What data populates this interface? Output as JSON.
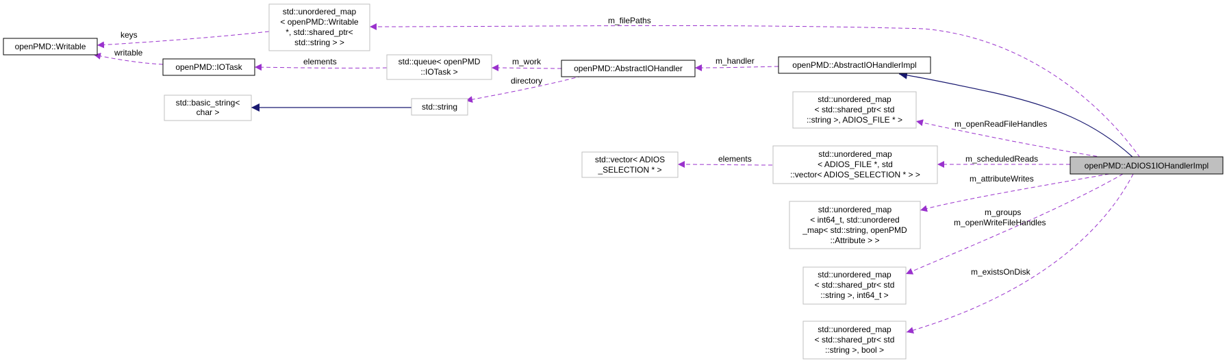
{
  "colors": {
    "dependency_edge": "#9a32cd",
    "inheritance_edge": "#191970",
    "node_border_solid": "#000000",
    "node_border_gray": "#bfbfbf",
    "highlight_fill": "#bfbfbf"
  },
  "nodes": {
    "writable": {
      "lines": [
        "openPMD::Writable"
      ]
    },
    "filepaths_map": {
      "lines": [
        "std::unordered_map",
        "< openPMD::Writable",
        "*, std::shared_ptr<",
        "std::string > >"
      ]
    },
    "iotask": {
      "lines": [
        "openPMD::IOTask"
      ]
    },
    "queue": {
      "lines": [
        "std::queue< openPMD",
        "::IOTask >"
      ]
    },
    "abstract_handler": {
      "lines": [
        "openPMD::AbstractIOHandler"
      ]
    },
    "abstract_impl": {
      "lines": [
        "openPMD::AbstractIOHandlerImpl"
      ]
    },
    "basic_string": {
      "lines": [
        "std::basic_string<",
        "char >"
      ]
    },
    "string": {
      "lines": [
        "std::string"
      ]
    },
    "read_handles_map": {
      "lines": [
        "std::unordered_map",
        "< std::shared_ptr< std",
        "::string >, ADIOS_FILE * >"
      ]
    },
    "selection_vector": {
      "lines": [
        "std::vector< ADIOS",
        "_SELECTION * >"
      ]
    },
    "scheduled_reads_map": {
      "lines": [
        "std::unordered_map",
        "< ADIOS_FILE *, std",
        "::vector< ADIOS_SELECTION * > >"
      ]
    },
    "attribute_writes_map": {
      "lines": [
        "std::unordered_map",
        "< int64_t, std::unordered",
        "_map< std::string, openPMD",
        "::Attribute > >"
      ]
    },
    "groups_map": {
      "lines": [
        "std::unordered_map",
        "< std::shared_ptr< std",
        "::string >, int64_t >"
      ]
    },
    "exists_map": {
      "lines": [
        "std::unordered_map",
        "< std::shared_ptr< std",
        "::string >, bool >"
      ]
    },
    "adios1_impl": {
      "lines": [
        "openPMD::ADIOS1IOHandlerImpl"
      ]
    }
  },
  "edge_labels": {
    "keys": "keys",
    "writable": "writable",
    "elements_iotask": "elements",
    "m_work": "m_work",
    "m_handler": "m_handler",
    "directory": "directory",
    "m_filePaths": "m_filePaths",
    "m_openReadFileHandles": "m_openReadFileHandles",
    "elements_selection": "elements",
    "m_scheduledReads": "m_scheduledReads",
    "m_attributeWrites": "m_attributeWrites",
    "m_groups": "m_groups",
    "m_openWriteFileHandles": "m_openWriteFileHandles",
    "m_existsOnDisk": "m_existsOnDisk"
  }
}
